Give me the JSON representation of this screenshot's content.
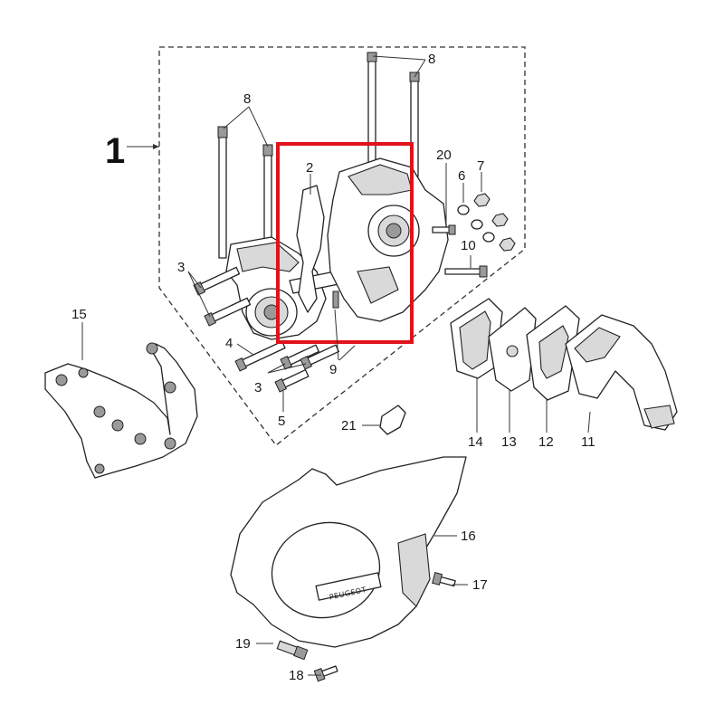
{
  "diagram": {
    "assembly_label": "1",
    "brand_text": "PEUGEOT",
    "highlight_color": "#e0121b",
    "callouts": {
      "c2": "2",
      "c3a": "3",
      "c3b": "3",
      "c4": "4",
      "c5": "5",
      "c6": "6",
      "c7": "7",
      "c8a": "8",
      "c8b": "8",
      "c9": "9",
      "c10": "10",
      "c11": "11",
      "c12": "12",
      "c13": "13",
      "c14": "14",
      "c15": "15",
      "c16": "16",
      "c17": "17",
      "c18": "18",
      "c19": "19",
      "c20": "20",
      "c21": "21"
    }
  }
}
